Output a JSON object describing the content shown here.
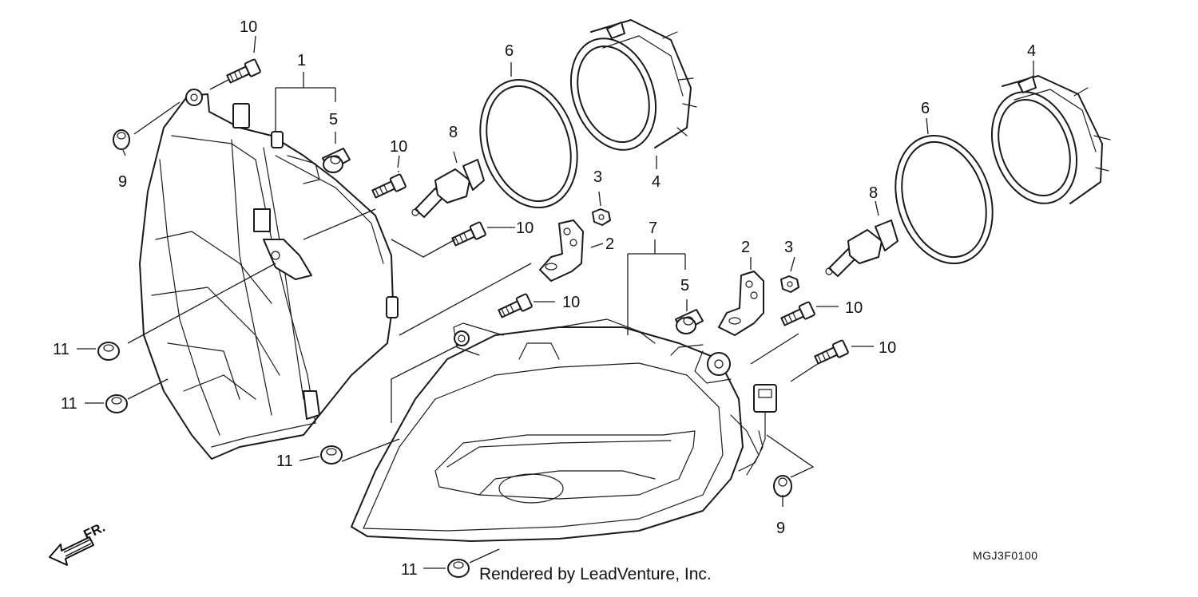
{
  "diagram_code": "MGJ3F0100",
  "credit": "Rendered by LeadVenture, Inc.",
  "direction_label": "FR.",
  "callouts": [
    "1",
    "2",
    "2",
    "3",
    "3",
    "4",
    "4",
    "5",
    "5",
    "6",
    "6",
    "7",
    "8",
    "8",
    "9",
    "9",
    "10",
    "10",
    "10",
    "10",
    "10",
    "10",
    "11",
    "11",
    "11",
    "11"
  ]
}
